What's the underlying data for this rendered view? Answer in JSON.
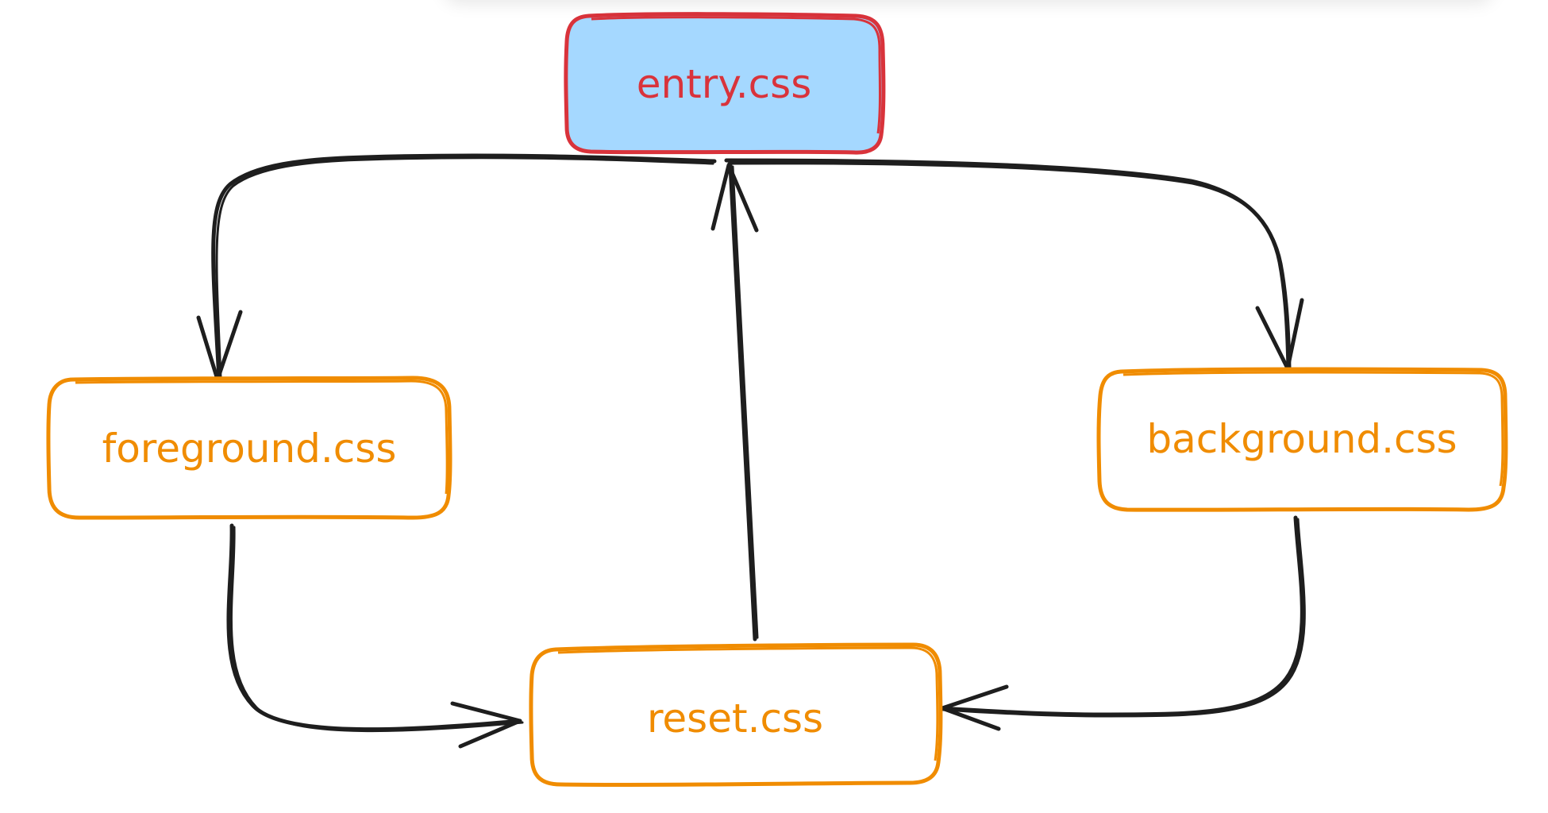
{
  "diagram": {
    "nodes": [
      {
        "id": "entry",
        "label": "entry.css",
        "stroke": "#d9333b",
        "fill": "#a5d8ff",
        "text_color": "#d9333b"
      },
      {
        "id": "foreground",
        "label": "foreground.css",
        "stroke": "#f08c00",
        "fill": "#ffffff",
        "text_color": "#f08c00"
      },
      {
        "id": "background",
        "label": "background.css",
        "stroke": "#f08c00",
        "fill": "#ffffff",
        "text_color": "#f08c00"
      },
      {
        "id": "reset",
        "label": "reset.css",
        "stroke": "#f08c00",
        "fill": "#ffffff",
        "text_color": "#f08c00"
      }
    ],
    "edges": [
      {
        "from": "entry",
        "to": "foreground"
      },
      {
        "from": "entry",
        "to": "background"
      },
      {
        "from": "foreground",
        "to": "reset"
      },
      {
        "from": "background",
        "to": "reset"
      },
      {
        "from": "reset",
        "to": "entry"
      }
    ],
    "arrow_color": "#1e1e1e"
  }
}
